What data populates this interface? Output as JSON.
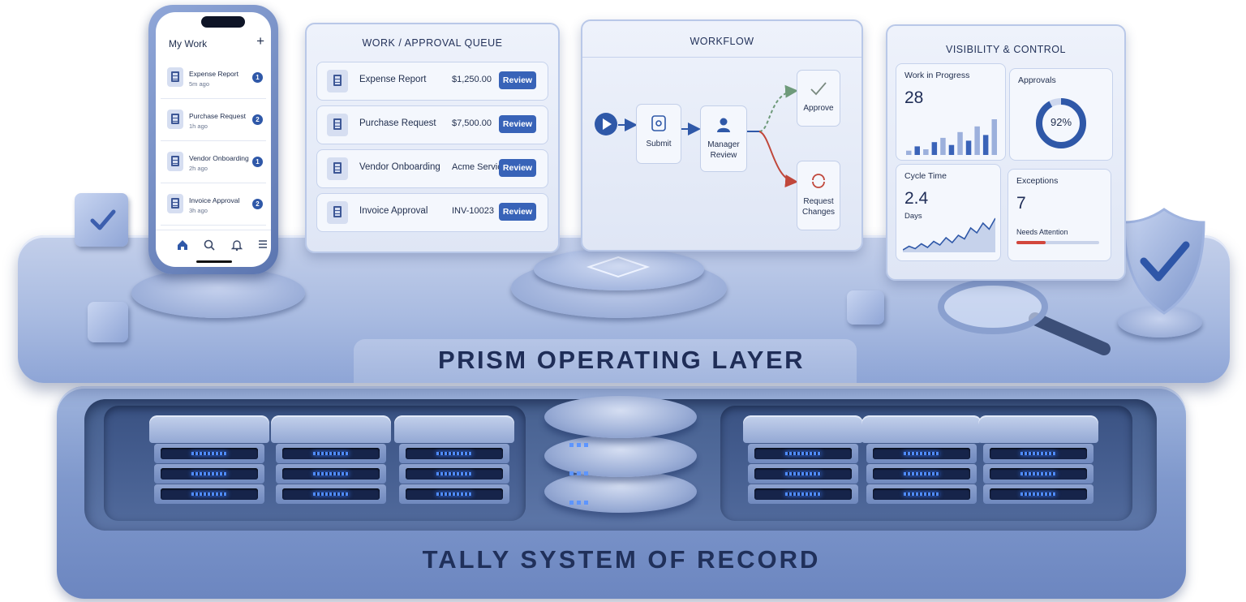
{
  "phone": {
    "title": "My Work",
    "add_icon": "plus-icon",
    "items": [
      {
        "name": "Expense Report",
        "time": "5m ago",
        "count": "1"
      },
      {
        "name": "Purchase Request",
        "time": "1h ago",
        "count": "2"
      },
      {
        "name": "Vendor Onboarding",
        "time": "2h ago",
        "count": "1"
      },
      {
        "name": "Invoice Approval",
        "time": "3h ago",
        "count": "2"
      }
    ],
    "tab_icons": [
      "home-icon",
      "search-icon",
      "bell-icon",
      "menu-icon"
    ]
  },
  "queue": {
    "title": "WORK / APPROVAL QUEUE",
    "rows": [
      {
        "name": "Expense Report",
        "value": "$1,250.00",
        "action": "Review"
      },
      {
        "name": "Purchase Request",
        "value": "$7,500.00",
        "action": "Review"
      },
      {
        "name": "Vendor Onboarding",
        "value": "Acme Services",
        "action": "Review"
      },
      {
        "name": "Invoice Approval",
        "value": "INV-10023",
        "action": "Review"
      }
    ]
  },
  "workflow": {
    "title": "WORKFLOW",
    "submit": "Submit",
    "manager_review_line1": "Manager",
    "manager_review_line2": "Review",
    "approve": "Approve",
    "request_changes_line1": "Request",
    "request_changes_line2": "Changes"
  },
  "visibility": {
    "title": "VISIBILITY & CONTROL",
    "wip": {
      "label": "Work in Progress",
      "value": "28",
      "bars": [
        3,
        6,
        4,
        9,
        12,
        7,
        16,
        10,
        20,
        14,
        25
      ]
    },
    "approvals": {
      "label": "Approvals",
      "value": "92%",
      "fraction": 0.92
    },
    "cycle": {
      "label": "Cycle Time",
      "value": "2.4",
      "unit": "Days",
      "trend": [
        2,
        5,
        3,
        7,
        4,
        9,
        6,
        12,
        8,
        14,
        11,
        20,
        16,
        24,
        19,
        28
      ]
    },
    "exceptions": {
      "label": "Exceptions",
      "value": "7",
      "note": "Needs Attention",
      "fraction": 0.35
    }
  },
  "layers": {
    "operating": "PRISM OPERATING LAYER",
    "record": "TALLY SYSTEM OF RECORD"
  },
  "colors": {
    "accent": "#3863b8",
    "approve_path": "#6e9a7a",
    "changes_path": "#c0473b",
    "exception_bar": "#d2473d"
  },
  "icons": [
    "checkmark-icon",
    "shield-check-icon",
    "magnifier-icon",
    "play-icon",
    "user-icon",
    "document-icon",
    "database-icon",
    "server-icon"
  ]
}
